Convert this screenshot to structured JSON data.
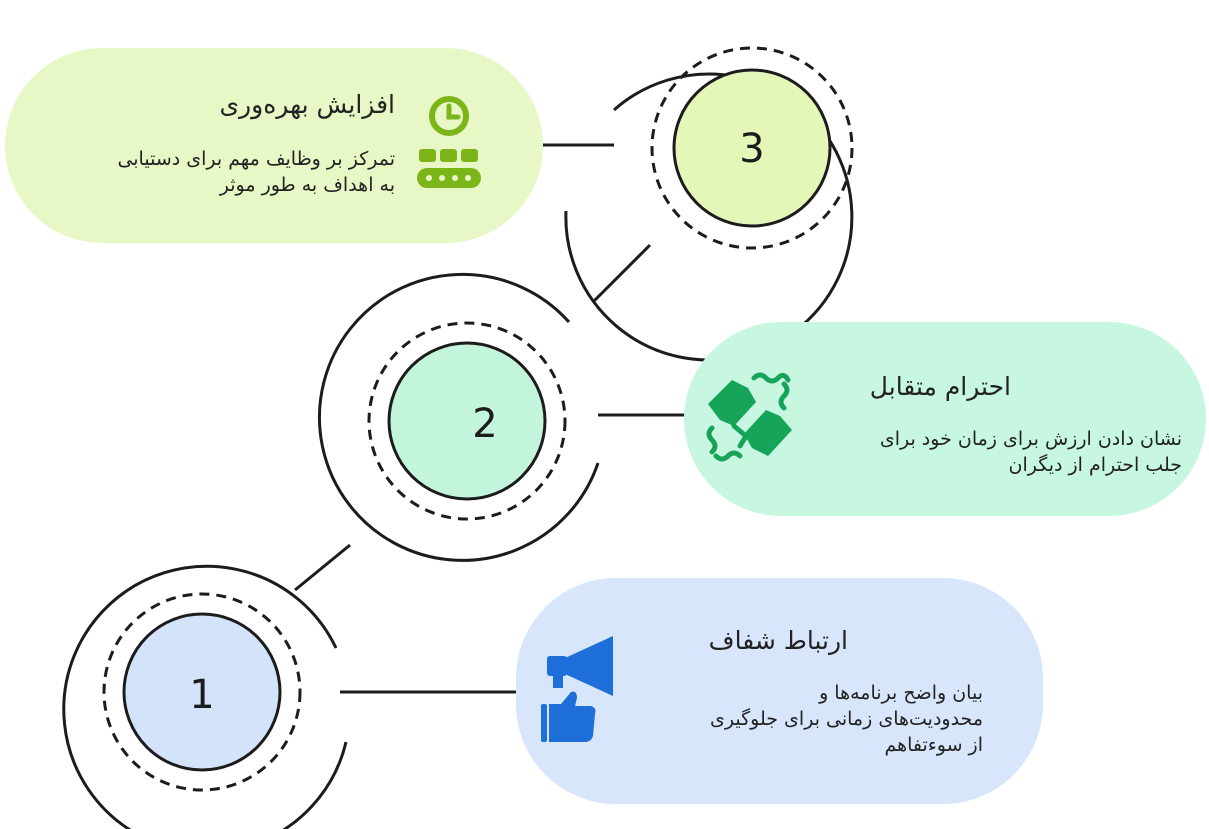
{
  "steps": [
    {
      "number": "3",
      "title": "افزایش بهره‌وری",
      "description": "تمرکز بر وظایف مهم برای دستیابی\nبه اهداف به طور موثر",
      "icon": "productivity-clock-icon",
      "card_color": "#e7f7c5",
      "circle_color": "#e4f7b8",
      "icon_color": "#7cb518"
    },
    {
      "number": "2",
      "title": "احترام متقابل",
      "description": "نشان دادن ارزش برای زمان خود برای\nجلب احترام از دیگران",
      "icon": "puzzle-respect-icon",
      "card_color": "#c8f7e1",
      "circle_color": "#c3f5dc",
      "icon_color": "#16a459"
    },
    {
      "number": "1",
      "title": "ارتباط شفاف",
      "description": "بیان واضح برنامه‌ها و\nمحدودیت‌های زمانی برای جلوگیری\nاز سوء‌تفاهم",
      "icon": "megaphone-icon",
      "card_color": "#d8e6fb",
      "circle_color": "#d3e3f9",
      "icon_color": "#1e6fd9"
    }
  ]
}
